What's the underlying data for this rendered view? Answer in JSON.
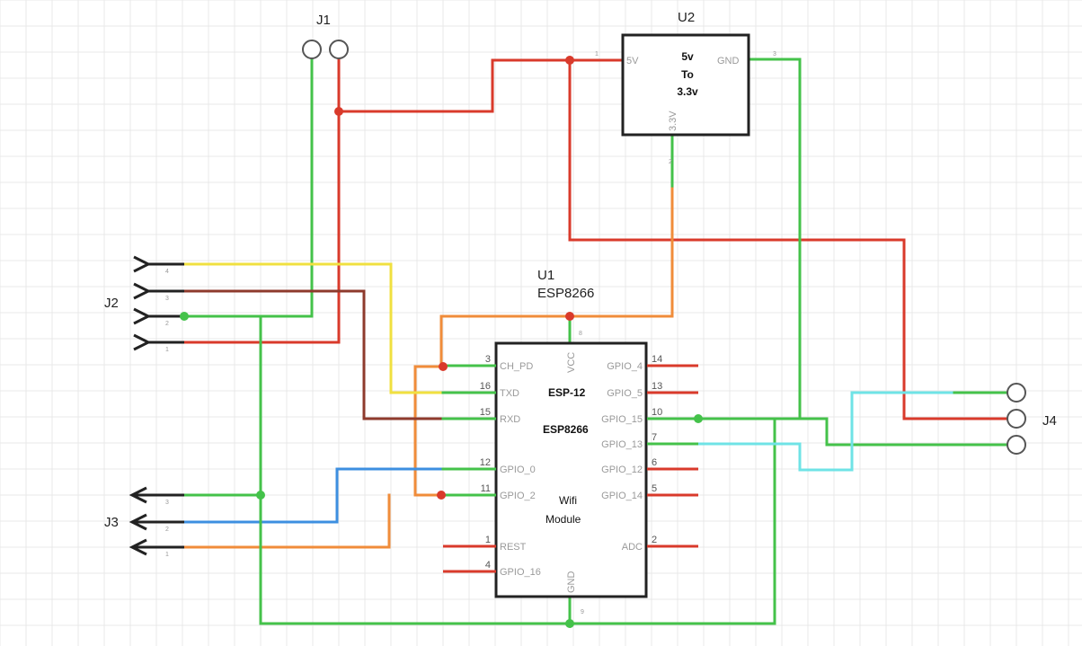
{
  "colors": {
    "red": "#d93a2b",
    "green": "#44c24a",
    "yellow": "#f0e040",
    "blue": "#3d8fe0",
    "orange": "#f08c3a",
    "brown": "#8e3a2c",
    "cyan": "#6fe3e6",
    "grid": "#e8e8e8",
    "outline": "#222222"
  },
  "components": {
    "j1": {
      "ref": "J1"
    },
    "j2": {
      "ref": "J2",
      "pins": [
        "4",
        "3",
        "2",
        "1"
      ]
    },
    "j3": {
      "ref": "J3",
      "pins": [
        "3",
        "2",
        "1"
      ]
    },
    "j4": {
      "ref": "J4"
    },
    "u2": {
      "ref": "U2",
      "line1": "5v",
      "line2": "To",
      "line3": "3.3v",
      "pin_5v": "5V",
      "pin_5v_num": "1",
      "pin_gnd": "GND",
      "pin_gnd_num": "3",
      "pin_33": "3.3V",
      "pin_33_num": "2"
    },
    "u1": {
      "ref": "U1",
      "part": "ESP8266",
      "inner1": "ESP-12",
      "inner2": "ESP8266",
      "inner3": "Wifi",
      "inner4": "Module",
      "left_pins": [
        {
          "num": "3",
          "name": "CH_PD"
        },
        {
          "num": "16",
          "name": "TXD"
        },
        {
          "num": "15",
          "name": "RXD"
        },
        {
          "num": "12",
          "name": "GPIO_0"
        },
        {
          "num": "11",
          "name": "GPIO_2"
        },
        {
          "num": "1",
          "name": "REST"
        },
        {
          "num": "4",
          "name": "GPIO_16"
        }
      ],
      "right_pins": [
        {
          "num": "14",
          "name": "GPIO_4"
        },
        {
          "num": "13",
          "name": "GPIO_5"
        },
        {
          "num": "10",
          "name": "GPIO_15"
        },
        {
          "num": "7",
          "name": "GPIO_13"
        },
        {
          "num": "6",
          "name": "GPIO_12"
        },
        {
          "num": "5",
          "name": "GPIO_14"
        },
        {
          "num": "2",
          "name": "ADC"
        }
      ],
      "top_pin": {
        "num": "8",
        "name": "VCC"
      },
      "bottom_pin": {
        "num": "9",
        "name": "GND"
      }
    }
  }
}
